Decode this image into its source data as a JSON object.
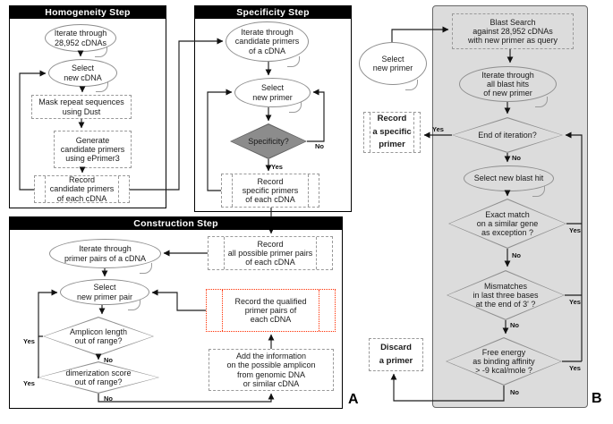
{
  "colors": {
    "title_bar": "#000000",
    "panel_b_bg": "#dcdcdc",
    "specificity_diamond": "#8c8c8c",
    "qualified_border": "#ff2d00"
  },
  "labels": {
    "yes": "Yes",
    "no": "No"
  },
  "figure": {
    "a": "A",
    "b": "B"
  },
  "homogeneity": {
    "title": "Homogeneity Step",
    "iterate": "Iterate through\n28,952 cDNAs",
    "select": "Select\nnew cDNA",
    "mask": "Mask repeat sequences\nusing Dust",
    "generate": "Generate\ncandidate primers\nusing ePrimer3",
    "record": "Record\ncandidate primers\nof each cDNA"
  },
  "specificity": {
    "title": "Specificity Step",
    "iterate": "Iterate through\ncandidate primers\nof a cDNA",
    "select": "Select\nnew primer",
    "decision": "Specificity?",
    "record": "Record\nspecific primers\nof each cDNA"
  },
  "construction": {
    "title": "Construction Step",
    "iterate": "Iterate through\nprimer pairs of a cDNA",
    "select": "Select\nnew primer pair",
    "amplicon": "Amplicon length\nout of range?",
    "dimerization": "dimerization score\nout of range?",
    "record_all": "Record\nall possible primer pairs\nof each cDNA",
    "record_qualified": "Record the qualified\nprimer pairs of\neach cDNA",
    "add_info": "Add the information\non the possible amplicon\nfrom genomic DNA\nor similar cDNA"
  },
  "blast": {
    "select_primer": "Select\nnew primer",
    "blast_search": "Blast Search\nagainst 28,952 cDNAs\nwith new primer as query",
    "iterate_hits": "Iterate through\nall blast hits\nof new primer",
    "end_iteration": "End of iteration?",
    "record_specific": "Record\na specific\nprimer",
    "select_hit": "Select new blast hit",
    "exact_match": "Exact match\non a similar gene\nas exception ?",
    "mismatches": "Mismatches\nin last three bases\nat the end of 3' ?",
    "free_energy": "Free energy\nas binding affinity\n> -9 kcal/mole ?",
    "discard": "Discard\na primer"
  }
}
